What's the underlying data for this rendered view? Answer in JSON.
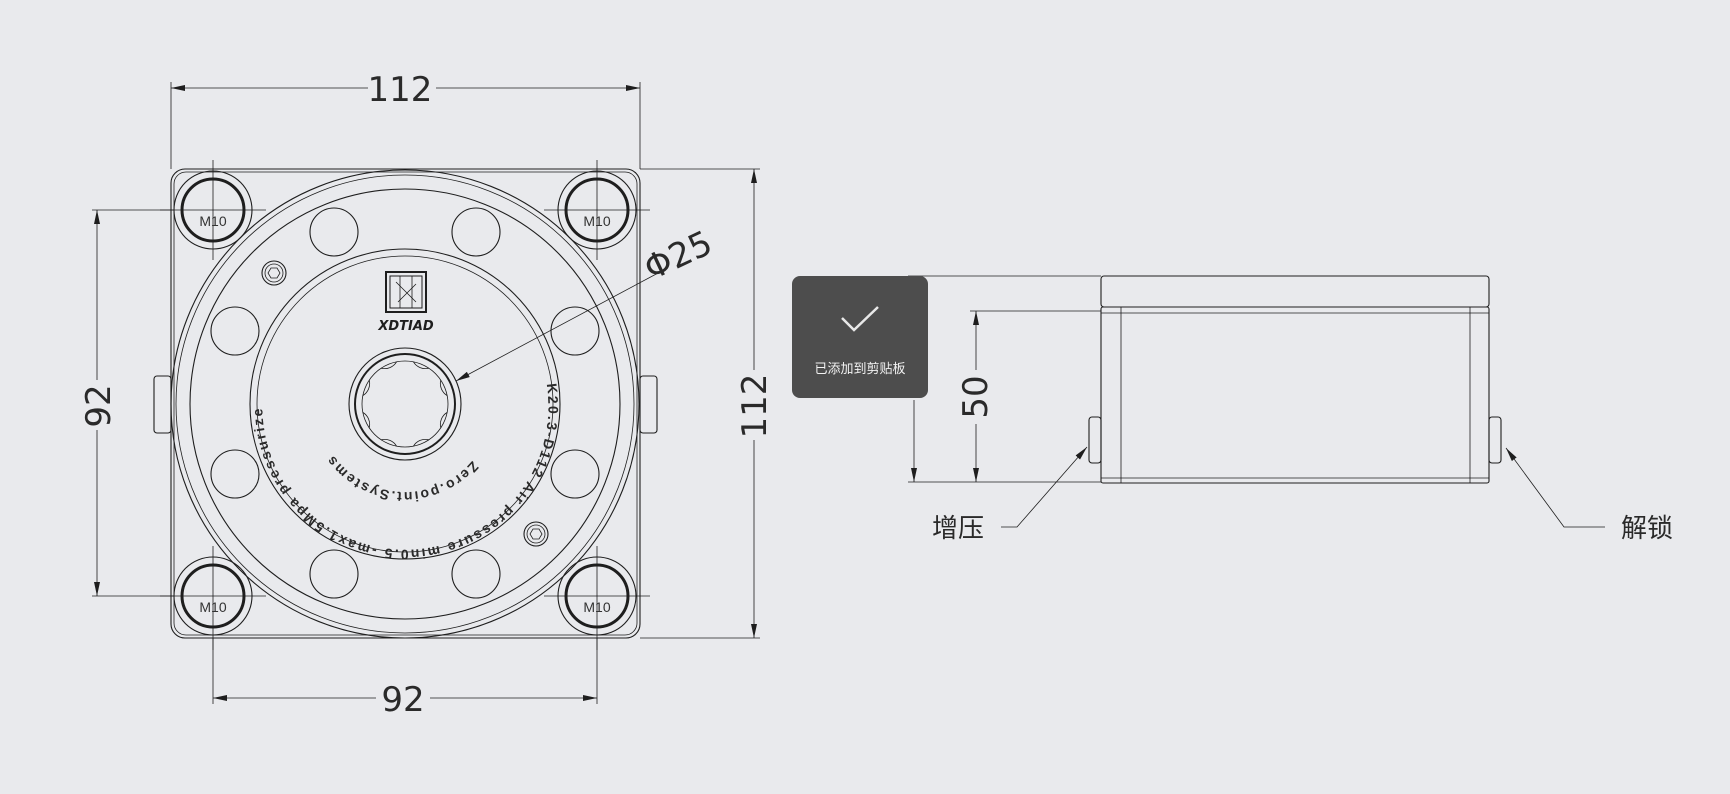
{
  "front_view": {
    "dim_top": "112",
    "dim_left": "92",
    "dim_right": "112",
    "dim_bottom": "92",
    "dim_bore": "Φ25",
    "bolt_label": "M10",
    "logo_text": "XDTIAD",
    "ring_text_outer": "K20.3-D112 Air pressure min0.5 -max1.5Mpa pressurize",
    "ring_text_inner": "Zero.point.Systems"
  },
  "side_view": {
    "dim_height": "50",
    "label_pressurize": "增压",
    "label_unlock": "解锁"
  },
  "toast": {
    "icon": "check-icon",
    "message": "已添加到剪贴板"
  }
}
